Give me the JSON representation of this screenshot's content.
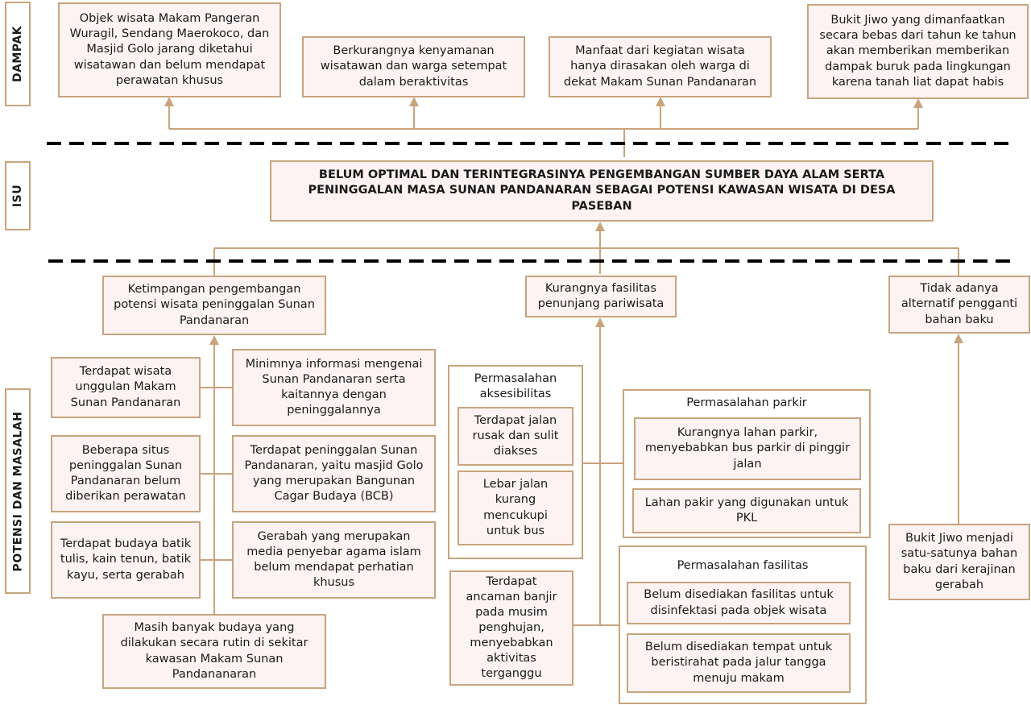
{
  "sections": {
    "dampak": "DAMPAK",
    "isu": "ISU",
    "potensi_masalah": "POTENSI DAN MASALAH"
  },
  "colors": {
    "border": "#c8a47d",
    "box_fill": "#fdf3f3",
    "divider": "#000000"
  },
  "dampak": [
    "Objek wisata Makam Pangeran Wuragil, Sendang Maerokoco, dan Masjid Golo jarang diketahui wisatawan dan belum mendapat perawatan khusus",
    "Berkurangnya kenyamanan wisatawan dan warga setempat dalam beraktivitas",
    "Manfaat dari kegiatan wisata hanya dirasakan oleh warga di dekat Makam Sunan Pandanaran",
    "Bukit Jiwo yang dimanfaatkan secara bebas dari tahun ke tahun akan memberikan memberikan dampak buruk pada lingkungan karena tanah liat dapat habis"
  ],
  "isu": "BELUM OPTIMAL DAN TERINTEGRASINYA PENGEMBANGAN SUMBER DAYA ALAM SERTA PENINGGALAN MASA SUNAN PANDANARAN SEBAGAI POTENSI KAWASAN WISATA DI DESA PASEBAN",
  "masalah": [
    "Ketimpangan pengembangan potensi wisata peninggalan Sunan Pandanaran",
    "Kurangnya fasilitas penunjang pariwisata",
    "Tidak adanya alternatif pengganti bahan baku"
  ],
  "left_column": {
    "potensi": [
      "Terdapat wisata unggulan Makam Sunan Pandanaran",
      "Beberapa situs peninggalan Sunan Pandanaran belum diberikan perawatan",
      "Terdapat budaya batik tulis, kain tenun, batik kayu, serta gerabah"
    ],
    "masalah": [
      "Minimnya informasi mengenai Sunan Pandanaran serta kaitannya dengan peninggalannya",
      "Terdapat peninggalan Sunan Pandanaran, yaitu masjid Golo yang merupakan Bangunan Cagar Budaya (BCB)",
      "Gerabah yang merupakan media penyebar agama islam belum mendapat perhatian khusus"
    ],
    "bottom": "Masih banyak budaya yang dilakukan secara rutin di sekitar kawasan Makam Sunan Pandananaran"
  },
  "middle_column": {
    "aksesibilitas": {
      "title": "Permasalahan aksesibilitas",
      "items": [
        "Terdapat jalan rusak dan sulit diakses",
        "Lebar jalan kurang mencukupi untuk bus"
      ]
    },
    "parkir": {
      "title": "Permasalahan parkir",
      "items": [
        "Kurangnya lahan parkir, menyebabkan bus parkir di pinggir jalan",
        "Lahan pakir yang digunakan untuk PKL"
      ]
    },
    "banjir": "Terdapat ancaman banjir pada musim penghujan, menyebabkan aktivitas terganggu",
    "fasilitas": {
      "title": "Permasalahan fasilitas",
      "items": [
        "Belum disediakan fasilitas untuk disinfektasi pada objek wisata",
        "Belum disediakan tempat untuk beristirahat pada jalur tangga menuju makam"
      ]
    }
  },
  "right_column": {
    "potensi": "Bukit Jiwo menjadi satu-satunya bahan baku dari kerajinan gerabah"
  }
}
